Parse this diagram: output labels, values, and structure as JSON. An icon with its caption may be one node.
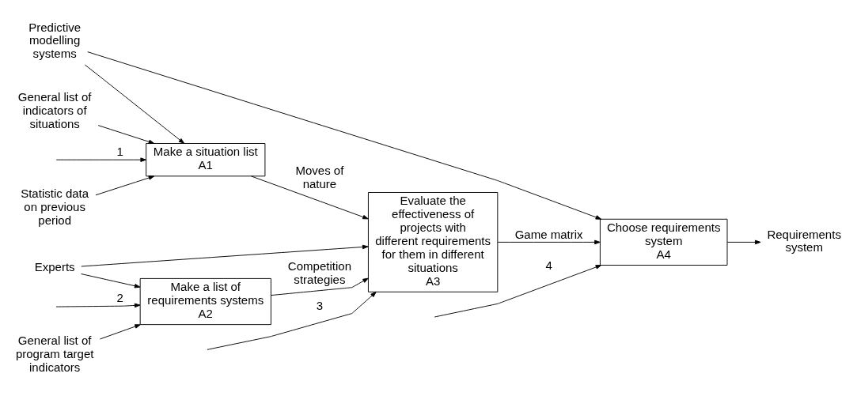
{
  "diagram": {
    "nodes": [
      {
        "text": [
          "Statistic data on previous period"
        ]
      },
      {
        "text": [
          "Make a situation list",
          "A1"
        ]
      },
      {
        "text": [
          "General list of indicators of situations"
        ]
      },
      {
        "text": [
          "Make a list of requirements systems",
          "A2"
        ]
      },
      {
        "text": [
          "General list of program target indicators"
        ]
      },
      {
        "text": [
          "Evaluate the effectiveness of projects with different requirements for them in different situations",
          "A3"
        ]
      },
      {
        "text": [
          "Experts"
        ]
      },
      {
        "text": [
          "Choose requirements system",
          "A4"
        ]
      },
      {
        "text": [
          "Requirements system"
        ]
      },
      {
        "text": [
          "Predictive modelling systems"
        ]
      }
    ],
    "edges": [
      {
        "from": null,
        "to": 1,
        "arrow": "to",
        "label": "1"
      },
      {
        "from": null,
        "to": 3,
        "arrow": "to",
        "label": "2"
      },
      {
        "from": null,
        "to": 5,
        "arrow": "to",
        "label": "3"
      },
      {
        "from": null,
        "to": 7,
        "arrow": "to",
        "label": "4"
      },
      {
        "from": 0,
        "to": 1,
        "arrow": "to"
      },
      {
        "from": 2,
        "to": 1,
        "arrow": "to"
      },
      {
        "from": 4,
        "to": 3,
        "arrow": "to"
      },
      {
        "from": 1,
        "to": 5,
        "arrow": "to",
        "label": "Moves of nature"
      },
      {
        "from": 3,
        "to": 5,
        "arrow": "to",
        "label": "Competition strategies"
      },
      {
        "from": 5,
        "to": 7,
        "arrow": "to",
        "label": "Game matrix"
      },
      {
        "from": 7,
        "to": 8,
        "arrow": "to"
      },
      {
        "from": 6,
        "to": 3,
        "arrow": "to"
      },
      {
        "from": 6,
        "to": 5,
        "arrow": "to"
      },
      {
        "from": 9,
        "to": 1,
        "arrow": "to"
      },
      {
        "from": 9,
        "to": 7,
        "arrow": "to"
      }
    ]
  }
}
